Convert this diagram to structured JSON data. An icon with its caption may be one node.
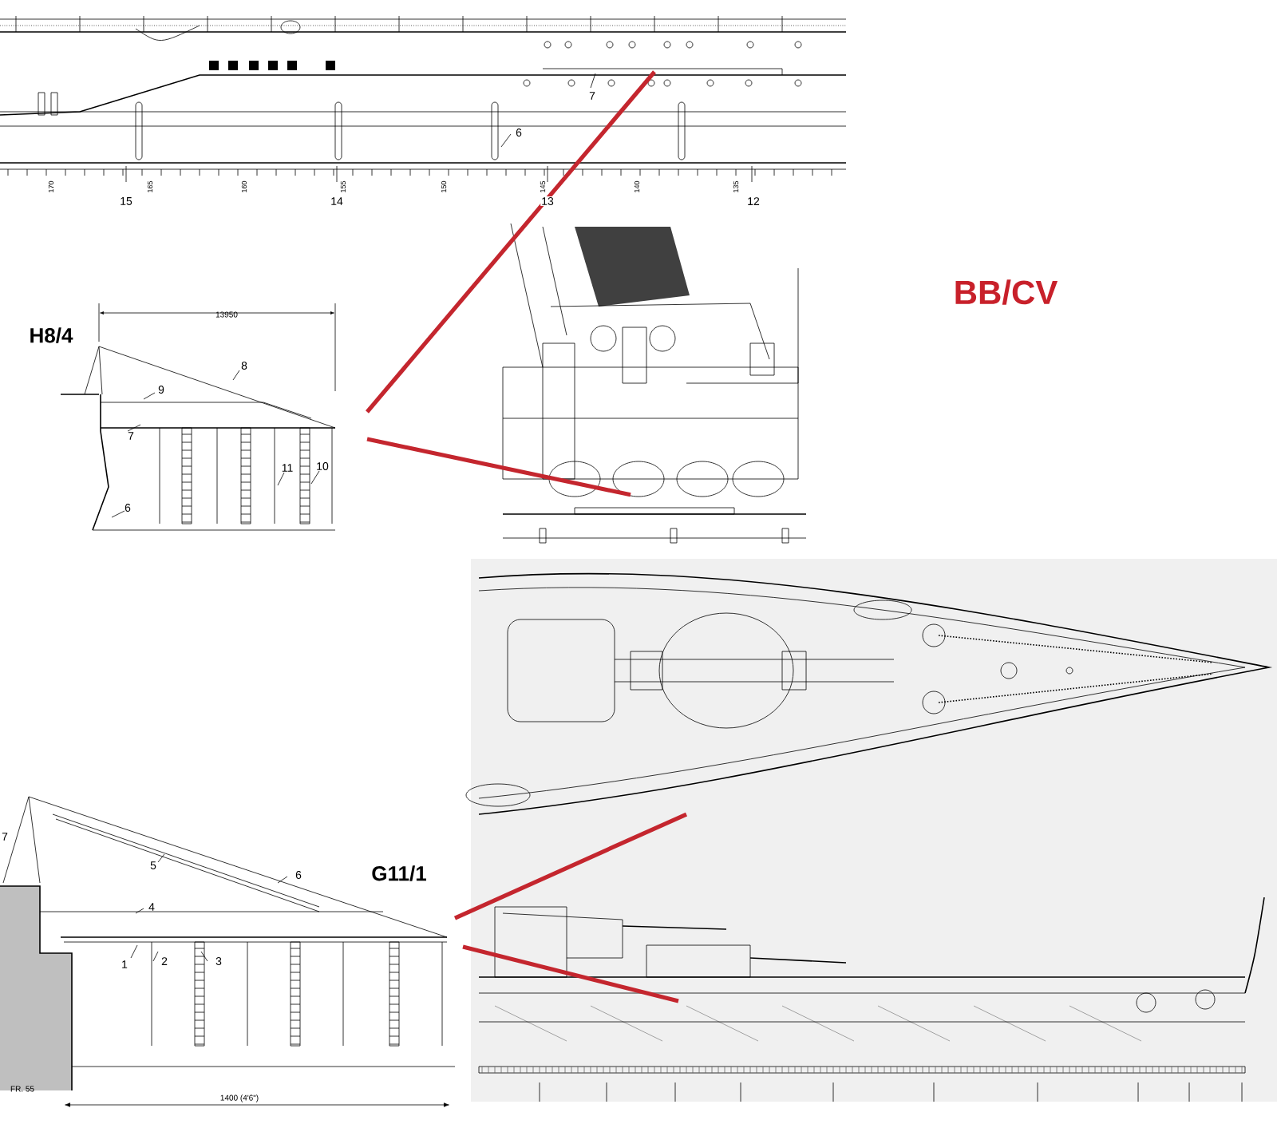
{
  "diagram": {
    "nodes": [
      {
        "text": [],
        "shape": "picture"
      },
      {
        "text": [
          "H8/4"
        ]
      },
      {
        "text": [],
        "shape": "picture"
      },
      {
        "text": [],
        "shape": "picture"
      },
      {
        "text": [
          "G11/1"
        ]
      },
      {
        "text": [],
        "shape": "picture"
      }
    ],
    "edges": [
      {
        "from": 1,
        "to": 0,
        "arrow": "none",
        "color": "#c4262e"
      },
      {
        "from": 1,
        "to": 2,
        "arrow": "none",
        "color": "#c4262e"
      },
      {
        "from": 4,
        "to": 3,
        "arrow": "none",
        "color": "#c4262e"
      },
      {
        "from": 4,
        "to": 5,
        "arrow": "none",
        "color": "#c4262e"
      }
    ],
    "labels": [
      "7",
      "6",
      "170",
      "15",
      "165",
      "160",
      "14",
      "155",
      "150",
      "145",
      "13",
      "140",
      "135",
      "12",
      "BB/CV",
      "13950",
      "8",
      "9",
      "7",
      "11",
      "10",
      "6",
      "7",
      "5",
      "6",
      "4",
      "1",
      "2",
      "3",
      "FR. 55",
      "1400 (4'6\")"
    ]
  }
}
